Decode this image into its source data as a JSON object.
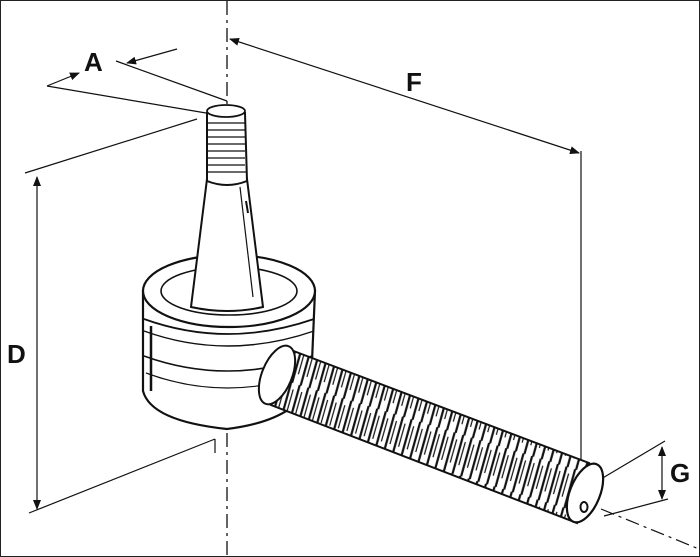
{
  "figure": {
    "dimension_labels": {
      "a": "A",
      "d": "D",
      "f": "F",
      "g": "G"
    },
    "ink_color": "#111111",
    "background_color": "#ffffff"
  }
}
